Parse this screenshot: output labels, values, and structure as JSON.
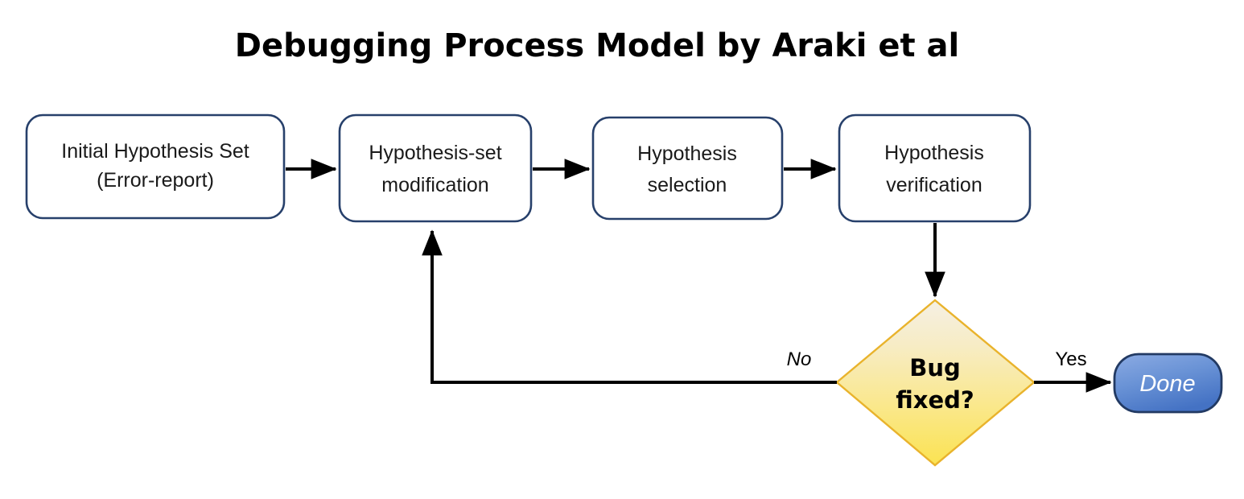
{
  "title": "Debugging Process Model by Araki et al",
  "colors": {
    "process_border": "#27406b",
    "process_fill": "#ffffff",
    "decision_fill_top": "#f4efe2",
    "decision_fill_bottom": "#fae martial",
    "decision_border": "#e8b027",
    "terminal_fill_top": "#7b9fdd",
    "terminal_fill_bottom": "#4472c4",
    "terminal_border": "#223a63",
    "arrow": "#000000",
    "text": "#000000"
  },
  "nodes": [
    {
      "id": "initial-hypothesis-set",
      "type": "process",
      "lines": [
        "Initial Hypothesis Set",
        "(Error-report)"
      ]
    },
    {
      "id": "hypothesis-set-modification",
      "type": "process",
      "lines": [
        "Hypothesis-set",
        "modification"
      ]
    },
    {
      "id": "hypothesis-selection",
      "type": "process",
      "lines": [
        "Hypothesis",
        "selection"
      ]
    },
    {
      "id": "hypothesis-verification",
      "type": "process",
      "lines": [
        "Hypothesis",
        "verification"
      ]
    },
    {
      "id": "bug-fixed-decision",
      "type": "decision",
      "lines": [
        "Bug",
        "fixed?"
      ]
    },
    {
      "id": "done-terminal",
      "type": "terminal",
      "lines": [
        "Done"
      ]
    }
  ],
  "edges": [
    {
      "id": "edge-1-2",
      "from": "initial-hypothesis-set",
      "to": "hypothesis-set-modification",
      "label": ""
    },
    {
      "id": "edge-2-3",
      "from": "hypothesis-set-modification",
      "to": "hypothesis-selection",
      "label": ""
    },
    {
      "id": "edge-3-4",
      "from": "hypothesis-selection",
      "to": "hypothesis-verification",
      "label": ""
    },
    {
      "id": "edge-4-decision",
      "from": "hypothesis-verification",
      "to": "bug-fixed-decision",
      "label": ""
    },
    {
      "id": "edge-decision-no",
      "from": "bug-fixed-decision",
      "to": "hypothesis-set-modification",
      "label": "No"
    },
    {
      "id": "edge-decision-yes",
      "from": "bug-fixed-decision",
      "to": "done-terminal",
      "label": "Yes"
    }
  ],
  "labels": {
    "no": "No",
    "yes": "Yes"
  }
}
